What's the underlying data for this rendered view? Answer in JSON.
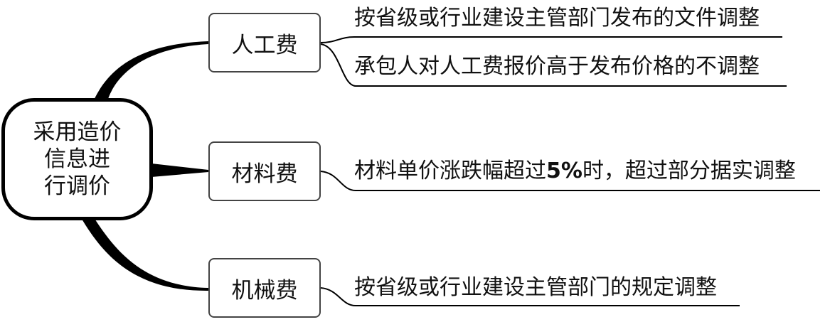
{
  "root": {
    "lines": [
      "采用造价",
      "信息进",
      "行调价"
    ]
  },
  "branches": [
    {
      "label": "人工费",
      "leaves": [
        "按省级或行业建设主管部门发布的文件调整",
        "承包人对人工费报价高于发布价格的不调整"
      ]
    },
    {
      "label": "材料费",
      "leaves": [
        "材料单价涨跌幅超过5%时，超过部分据实调整"
      ]
    },
    {
      "label": "机械费",
      "leaves": [
        "按省级或行业建设主管部门的规定调整"
      ]
    }
  ],
  "colors": {
    "lines": "#000000",
    "box_border": "#444444"
  }
}
